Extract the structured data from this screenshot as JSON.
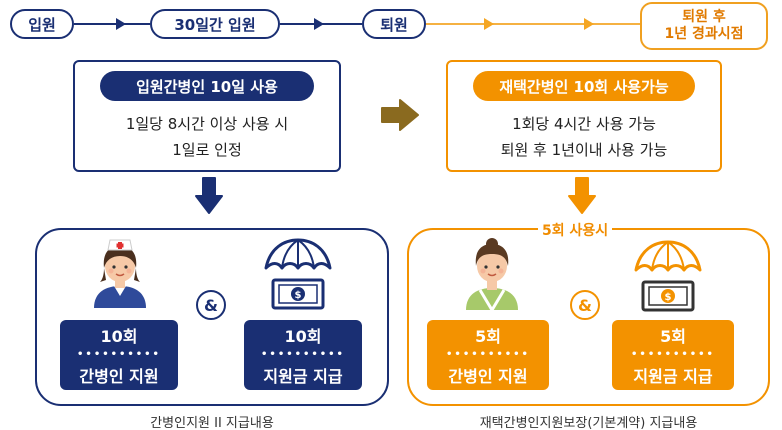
{
  "timeline": {
    "admission": "입원",
    "thirty_days": "30일간 입원",
    "discharge": "퇴원",
    "after_line1": "퇴원 후",
    "after_line2": "1년 경과시점"
  },
  "left_box": {
    "header": "입원간병인 10일 사용",
    "line1": "1일당 8시간 이상 사용 시",
    "line2": "1일로 인정"
  },
  "right_box": {
    "header": "재택간병인 10회 사용가능",
    "line1": "1회당 4시간 사용 가능",
    "line2": "퇴원 후 1년이내 사용 가능"
  },
  "left_panel": {
    "ampersand": "&",
    "card1_top": "10회",
    "card1_bottom": "간병인 지원",
    "card2_top": "10회",
    "card2_bottom": "지원금 지급",
    "caption": "간병인지원 II 지급내용"
  },
  "right_panel": {
    "badge": "5회 사용시",
    "ampersand": "&",
    "card1_top": "5회",
    "card1_bottom": "간병인 지원",
    "card2_top": "5회",
    "card2_bottom": "지원금 지급",
    "caption": "재택간병인지원보장(기본계약) 지급내용"
  },
  "icons": [
    "nurse-icon",
    "umbrella-money-icon",
    "caregiver-icon",
    "umbrella-money-icon"
  ],
  "colors": {
    "navy": "#1a2f73",
    "orange": "#f39200",
    "olive": "#8a6a1f"
  }
}
